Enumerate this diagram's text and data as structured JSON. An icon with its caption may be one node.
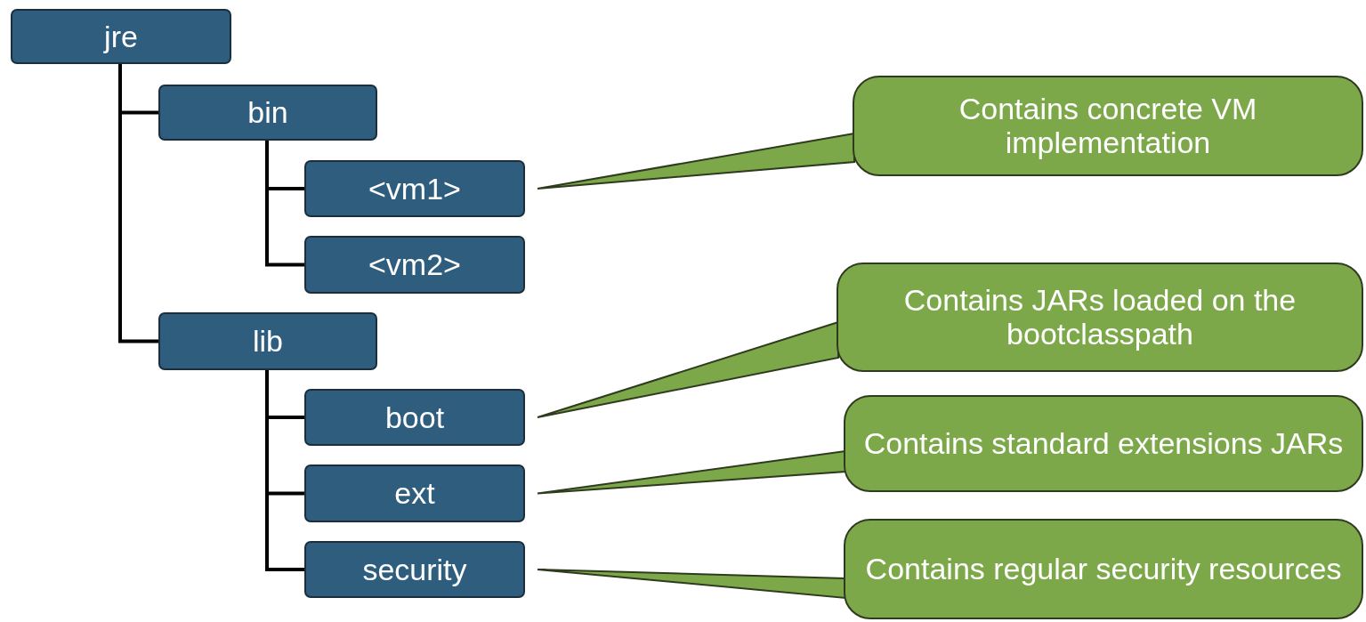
{
  "diagram": {
    "nodes": [
      {
        "text": [
          "jre"
        ]
      },
      {
        "text": [
          "bin"
        ]
      },
      {
        "text": [
          "<vm1>"
        ]
      },
      {
        "text": [
          "<vm2>"
        ]
      },
      {
        "text": [
          "lib"
        ]
      },
      {
        "text": [
          "boot"
        ]
      },
      {
        "text": [
          "ext"
        ]
      },
      {
        "text": [
          "security"
        ]
      },
      {
        "text": [
          "Contains concrete VM implementation"
        ]
      },
      {
        "text": [
          "Contains JARs loaded on the bootclasspath"
        ]
      },
      {
        "text": [
          "Contains standard extensions JARs"
        ]
      },
      {
        "text": [
          "Contains regular security resources"
        ]
      }
    ],
    "edges": [
      {
        "from": 0,
        "to": 1,
        "arrow": "none"
      },
      {
        "from": 0,
        "to": 4,
        "arrow": "none"
      },
      {
        "from": 1,
        "to": 2,
        "arrow": "none"
      },
      {
        "from": 1,
        "to": 3,
        "arrow": "none"
      },
      {
        "from": 4,
        "to": 5,
        "arrow": "none"
      },
      {
        "from": 4,
        "to": 6,
        "arrow": "none"
      },
      {
        "from": 4,
        "to": 7,
        "arrow": "none"
      },
      {
        "from": 8,
        "to": 2,
        "arrow": "none"
      },
      {
        "from": 9,
        "to": 5,
        "arrow": "none"
      },
      {
        "from": 10,
        "to": 6,
        "arrow": "none"
      },
      {
        "from": 11,
        "to": 7,
        "arrow": "none"
      }
    ]
  }
}
